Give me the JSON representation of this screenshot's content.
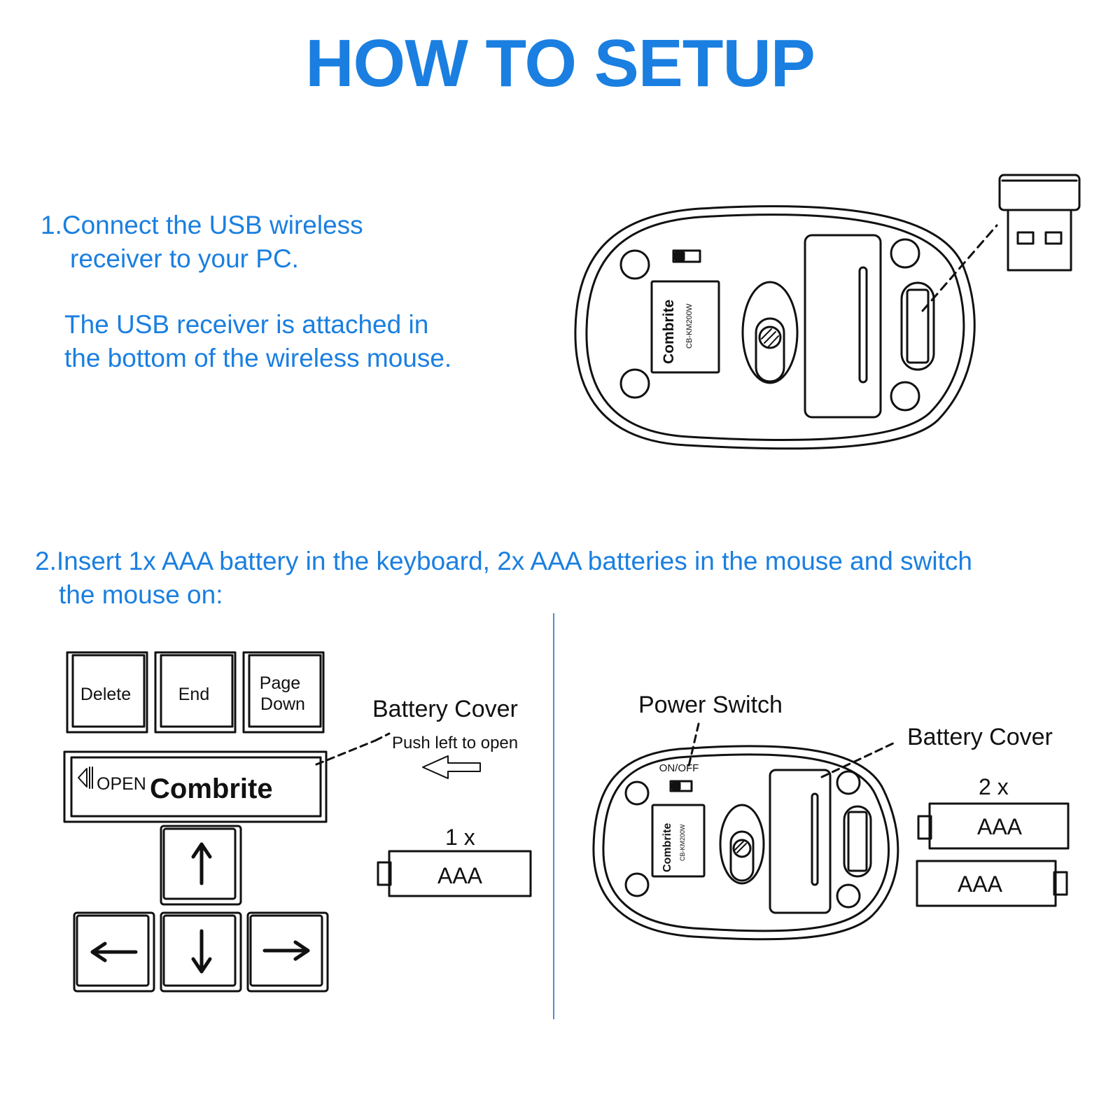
{
  "title": "HOW TO SETUP",
  "step1": {
    "line1": "1.Connect the USB wireless",
    "line2": "receiver to your PC.",
    "note_line1": "The USB receiver is attached in",
    "note_line2": "the bottom of the wireless mouse."
  },
  "step2": {
    "line1": "2.Insert 1x AAA battery in the keyboard, 2x AAA batteries in the mouse and switch",
    "line2": "the mouse on:"
  },
  "mouse_label": {
    "brand": "Combrite",
    "model": "CB-KM200W"
  },
  "keyboard": {
    "keys": {
      "delete": "Delete",
      "end": "End",
      "page": "Page",
      "down": "Down"
    },
    "open_label": "OPEN",
    "brand": "Combrite",
    "battery_cover": "Battery Cover",
    "push_text": "Push left to open",
    "battery_count": "1 x",
    "battery_type": "AAA"
  },
  "mouse": {
    "power_switch": "Power Switch",
    "on_off": "ON/OFF",
    "battery_cover": "Battery Cover",
    "battery_count": "2 x",
    "battery_type_1": "AAA",
    "battery_type_2": "AAA"
  },
  "colors": {
    "accent": "#1a7fe0",
    "line": "#111111",
    "divider": "#4a8fd8"
  }
}
